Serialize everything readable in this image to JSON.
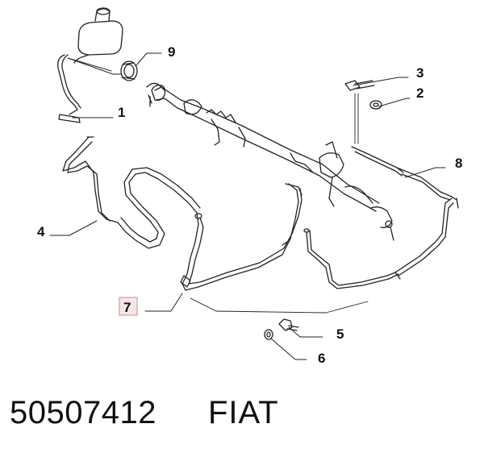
{
  "diagram": {
    "callouts": [
      {
        "id": "c1",
        "label": "1"
      },
      {
        "id": "c2",
        "label": "2"
      },
      {
        "id": "c3",
        "label": "3"
      },
      {
        "id": "c4",
        "label": "4"
      },
      {
        "id": "c5",
        "label": "5"
      },
      {
        "id": "c6",
        "label": "6"
      },
      {
        "id": "c7",
        "label": "7",
        "highlighted": true
      },
      {
        "id": "c8",
        "label": "8"
      },
      {
        "id": "c9",
        "label": "9"
      }
    ],
    "highlight_color": "#f7e6e6"
  },
  "footer": {
    "part_number": "50507412",
    "brand": "FIAT"
  }
}
